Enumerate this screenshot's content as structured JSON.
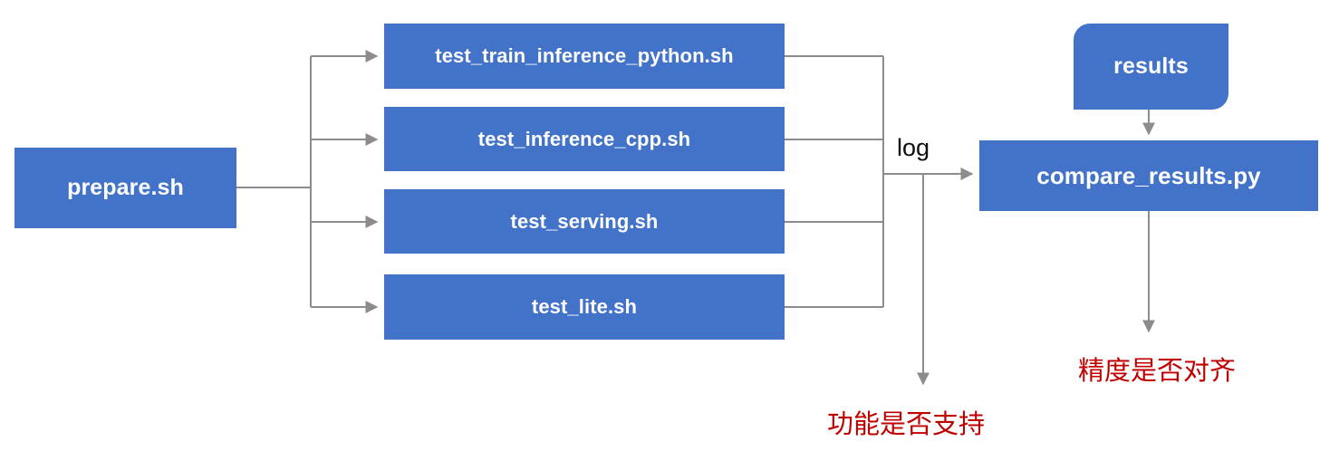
{
  "diagram": {
    "title": "test tipc pipeline flow",
    "colors": {
      "node_fill": "#4273c8",
      "node_text": "#ffffff",
      "connector": "#8c8c8c",
      "note_text": "#c00000",
      "background": "#ffffff"
    },
    "start_node": {
      "label": "prepare.sh",
      "shape": "rectangle"
    },
    "test_nodes": [
      {
        "label": "test_train_inference_python.sh",
        "shape": "rectangle"
      },
      {
        "label": "test_inference_cpp.sh",
        "shape": "rectangle"
      },
      {
        "label": "test_serving.sh",
        "shape": "rectangle"
      },
      {
        "label": "test_lite.sh",
        "shape": "rectangle"
      }
    ],
    "results_node": {
      "label": "results",
      "shape": "rounded-diagonal-rectangle"
    },
    "compare_node": {
      "label": "compare_results.py",
      "shape": "rectangle"
    },
    "edge_labels": {
      "log": "log"
    },
    "notes": [
      {
        "text": "功能是否支持",
        "color": "#c00000"
      },
      {
        "text": "精度是否对齐",
        "color": "#c00000"
      }
    ]
  }
}
